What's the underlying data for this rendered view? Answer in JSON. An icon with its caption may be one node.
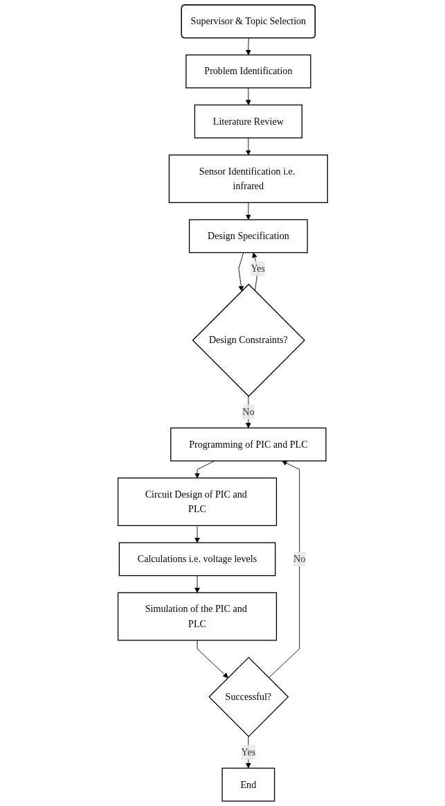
{
  "diagram": {
    "nodes": [
      {
        "text": [
          "Supervisor & Topic Selection"
        ]
      },
      {
        "text": [
          "Problem Identification"
        ]
      },
      {
        "text": [
          "Literature Review"
        ]
      },
      {
        "text": [
          "Sensor Identification i.e. infrared"
        ]
      },
      {
        "text": [
          "Design Specification"
        ]
      },
      {
        "text": [
          "Design Constraints?"
        ]
      },
      {
        "text": [
          "Programming of PIC and PLC"
        ]
      },
      {
        "text": [
          "Circuit Design of PIC and PLC"
        ]
      },
      {
        "text": [
          "Calculations i.e. voltage levels"
        ]
      },
      {
        "text": [
          "Simulation of the PIC and PLC"
        ]
      },
      {
        "text": [
          "Successful?"
        ]
      },
      {
        "text": [
          "End"
        ]
      }
    ],
    "edges": [
      {
        "from": 0,
        "to": 1,
        "arrow": "to"
      },
      {
        "from": 1,
        "to": 2,
        "arrow": "to"
      },
      {
        "from": 2,
        "to": 3,
        "arrow": "to"
      },
      {
        "from": 3,
        "to": 4,
        "arrow": "to"
      },
      {
        "from": 4,
        "to": 5,
        "arrow": "to"
      },
      {
        "from": 5,
        "to": 4,
        "arrow": "to",
        "label": "Yes"
      },
      {
        "from": 5,
        "to": 6,
        "arrow": "to",
        "label": "No"
      },
      {
        "from": 6,
        "to": 7,
        "arrow": "to"
      },
      {
        "from": 7,
        "to": 8,
        "arrow": "to"
      },
      {
        "from": 8,
        "to": 9,
        "arrow": "to"
      },
      {
        "from": 9,
        "to": 10,
        "arrow": "to"
      },
      {
        "from": 10,
        "to": 6,
        "arrow": "to",
        "label": "No"
      },
      {
        "from": 10,
        "to": 11,
        "arrow": "to",
        "label": "Yes"
      }
    ]
  }
}
